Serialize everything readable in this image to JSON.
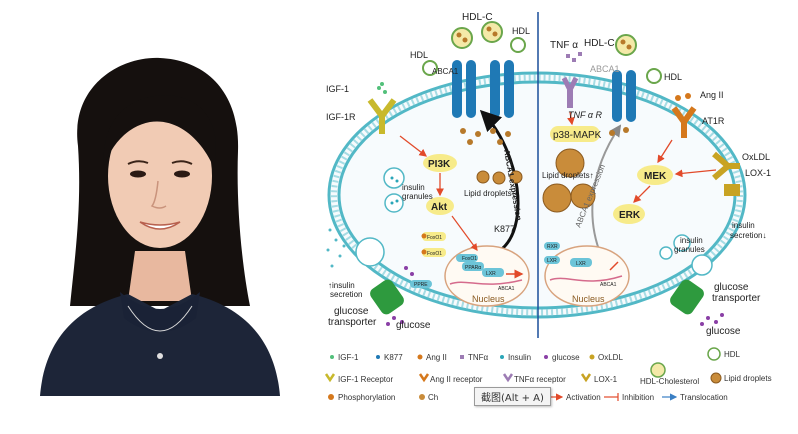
{
  "labels": {
    "hdl_c_left": "HDL-C",
    "hdl_c_right": "HDL-C",
    "hdl_top": "HDL",
    "hdl_left": "HDL",
    "hdl_right": "HDL",
    "abca1_left": "ABCA1",
    "abca1_right": "ABCA1",
    "tnfa": "TNF α",
    "tnfar": "TNF α R",
    "igf1": "IGF-1",
    "igf1r": "IGF-1R",
    "ang2": "Ang II",
    "at1r": "AT1R",
    "oxldl": "OxLDL",
    "lox1": "LOX-1",
    "pi3k": "PI3K",
    "akt": "Akt",
    "p38": "p38-MAPK",
    "mek": "MEK",
    "erk": "ERK",
    "abca1_expr_left": "ABCA1 expression",
    "abca1_expr_right": "ABCA1 expression",
    "lipid_droplets_left": "Lipid droplets↓",
    "lipid_droplets_right": "Lipid droplets↑",
    "k877": "K877",
    "insulin_granules_left_1": "insulin",
    "insulin_granules_left_2": "granules",
    "insulin_granules_right_1": "insulin",
    "insulin_granules_right_2": "granules",
    "insulin_secretion_left_1": "↑insulin",
    "insulin_secretion_left_2": "secretion",
    "insulin_secretion_right_1": "insulin",
    "insulin_secretion_right_2": "secretion↓",
    "glucose_transporter_left_1": "glucose",
    "glucose_transporter_left_2": "transporter",
    "glucose_transporter_right_1": "glucose",
    "glucose_transporter_right_2": "transporter",
    "glucose_left": "glucose",
    "glucose_right": "glucose",
    "nucleus_left": "Nucleus",
    "nucleus_right": "Nucleus",
    "foxo1": "FoxO1",
    "pfoxo1": "FoxO1",
    "pfoxo1b": "FoxO1",
    "ppar": "PPARα",
    "lxr_n": "LXR",
    "lxr_n2": "LXR",
    "rxr": "RXR",
    "gene_abca1_left": "ABCA1",
    "gene_abca1_right": "ABCA1",
    "lxr_c": "LXR",
    "ppre": "PPRE"
  },
  "legend": {
    "row1": [
      "IGF-1",
      "K877",
      "Ang II",
      "TNFα",
      "Insulin",
      "glucose",
      "OxLDL",
      "HDL"
    ],
    "row2": [
      "IGF-1 Receptor",
      "Ang II receptor",
      "TNFα receptor",
      "LOX-1",
      "HDL-Cholesterol",
      "Lipid droplets"
    ],
    "row3": [
      "Phosphorylation",
      "Ch",
      "Activation",
      "Inhibition",
      "Translocation"
    ]
  },
  "tooltip": "截图(Alt + A)",
  "colors": {
    "membrane": "#52b8c6",
    "abca1": "#1f79b5",
    "igf_receptor": "#c8b92c",
    "ang_receptor": "#d5781c",
    "tnf_receptor": "#9d7cb4",
    "lox1": "#c8a323",
    "kinase_fill": "#f7eb8a",
    "activation": "#e24a2a",
    "divider": "#1a4e9a",
    "jacket": "#1d2538",
    "hair": "#14100e",
    "skin": "#f1c9b2"
  }
}
